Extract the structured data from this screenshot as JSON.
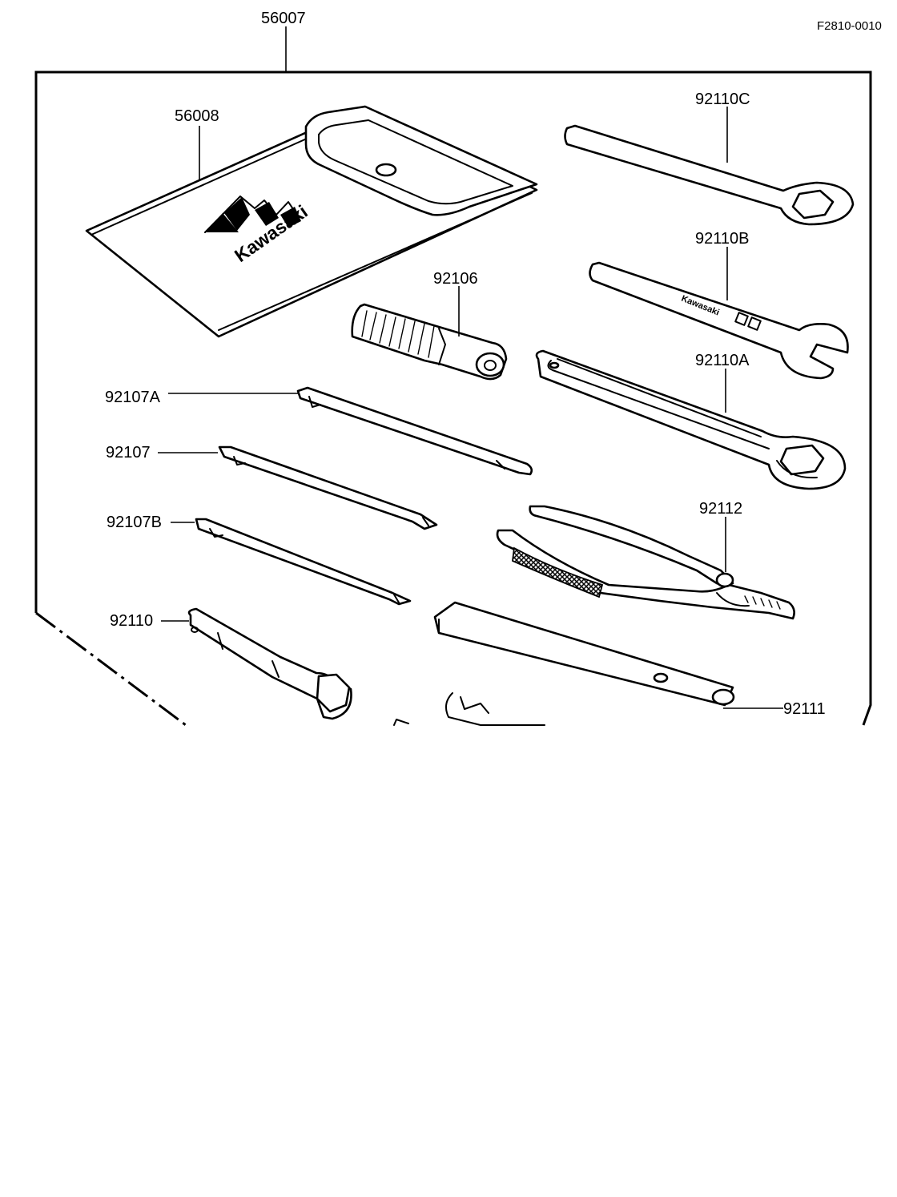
{
  "figure_ref": "F2810-0010",
  "logo": {
    "text": "Kawasaki"
  },
  "emboss": {
    "text": "Kawasaki"
  },
  "labels": {
    "kit": "56007",
    "bag": "56008",
    "wrench_c": "92110C",
    "wrench_b": "92110B",
    "handle": "92106",
    "wrench_a": "92110A",
    "screwdriver_a": "92107A",
    "screwdriver": "92107",
    "screwdriver_b": "92107B",
    "pliers": "92112",
    "plug_wrench": "92110",
    "extension_bar": "92111"
  }
}
